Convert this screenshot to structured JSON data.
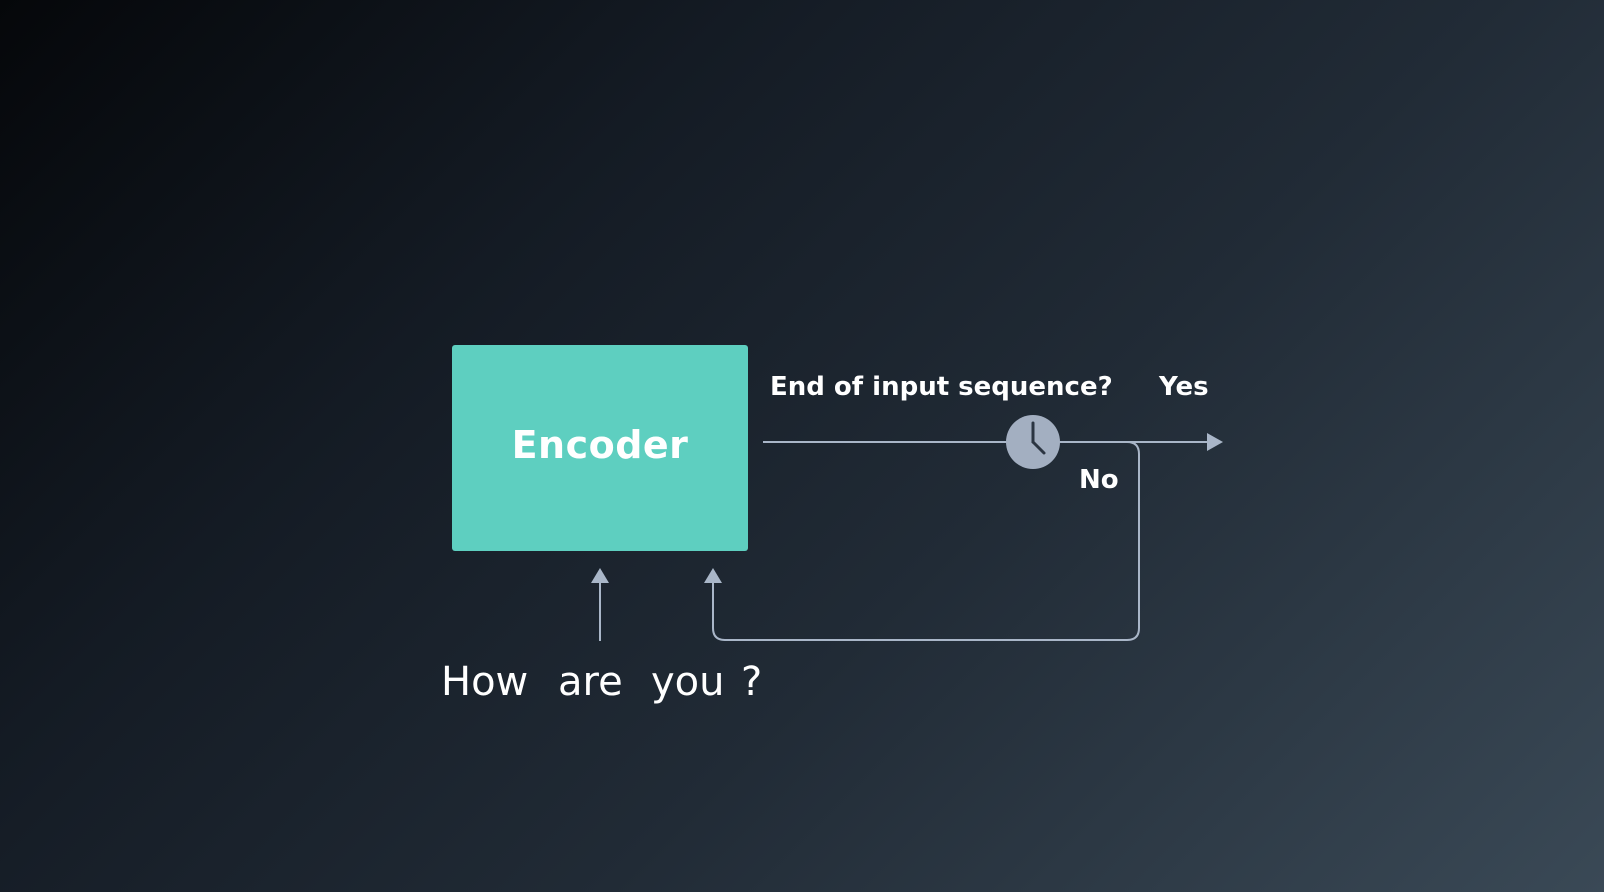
{
  "encoder": {
    "label": "Encoder"
  },
  "decision": {
    "question": "End of input sequence?",
    "yes_label": "Yes",
    "no_label": "No",
    "icon": "clock-icon"
  },
  "input_words": [
    "How",
    "are",
    "you",
    "?"
  ],
  "colors": {
    "encoder_fill": "#5ecfc0",
    "line": "#a9b6c8",
    "clock_fill": "#a3afc1",
    "text": "#ffffff"
  }
}
